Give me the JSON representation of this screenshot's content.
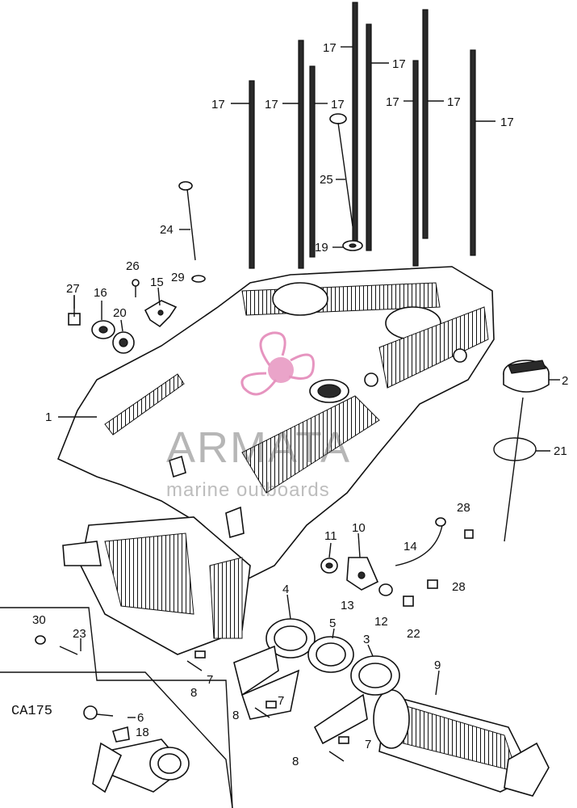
{
  "diagram": {
    "callouts": [
      {
        "id": "c1",
        "text": "1"
      },
      {
        "id": "c2",
        "text": "2"
      },
      {
        "id": "c3",
        "text": "3"
      },
      {
        "id": "c4",
        "text": "4"
      },
      {
        "id": "c5",
        "text": "5"
      },
      {
        "id": "c6",
        "text": "6"
      },
      {
        "id": "c7a",
        "text": "7"
      },
      {
        "id": "c7b",
        "text": "7"
      },
      {
        "id": "c7c",
        "text": "7"
      },
      {
        "id": "c8a",
        "text": "8"
      },
      {
        "id": "c8b",
        "text": "8"
      },
      {
        "id": "c8c",
        "text": "8"
      },
      {
        "id": "c9",
        "text": "9"
      },
      {
        "id": "c10",
        "text": "10"
      },
      {
        "id": "c11",
        "text": "11"
      },
      {
        "id": "c12",
        "text": "12"
      },
      {
        "id": "c13",
        "text": "13"
      },
      {
        "id": "c14",
        "text": "14"
      },
      {
        "id": "c15",
        "text": "15"
      },
      {
        "id": "c16",
        "text": "16"
      },
      {
        "id": "c17a",
        "text": "17"
      },
      {
        "id": "c17b",
        "text": "17"
      },
      {
        "id": "c17c",
        "text": "17"
      },
      {
        "id": "c17d",
        "text": "17"
      },
      {
        "id": "c17e",
        "text": "17"
      },
      {
        "id": "c17f",
        "text": "17"
      },
      {
        "id": "c17g",
        "text": "17"
      },
      {
        "id": "c17h",
        "text": "17"
      },
      {
        "id": "c18",
        "text": "18"
      },
      {
        "id": "c19",
        "text": "19"
      },
      {
        "id": "c20",
        "text": "20"
      },
      {
        "id": "c21",
        "text": "21"
      },
      {
        "id": "c22",
        "text": "22"
      },
      {
        "id": "c23",
        "text": "23"
      },
      {
        "id": "c24",
        "text": "24"
      },
      {
        "id": "c25",
        "text": "25"
      },
      {
        "id": "c26",
        "text": "26"
      },
      {
        "id": "c27",
        "text": "27"
      },
      {
        "id": "c28a",
        "text": "28"
      },
      {
        "id": "c28b",
        "text": "28"
      },
      {
        "id": "c29",
        "text": "29"
      },
      {
        "id": "c30",
        "text": "30"
      }
    ],
    "model_label": "CA175"
  },
  "watermark": {
    "brand": "ARMATA",
    "tagline": "marine outboards",
    "accent_color": "#e07ab0"
  }
}
